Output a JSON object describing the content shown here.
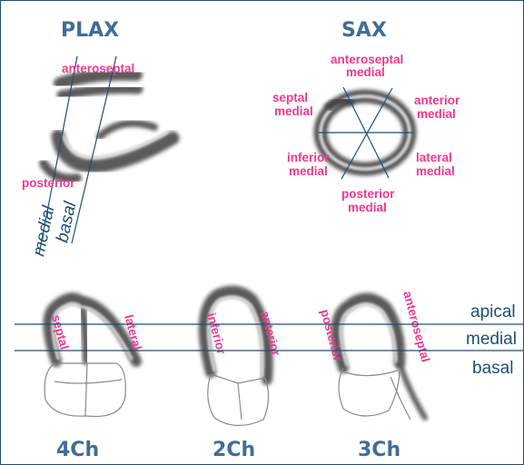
{
  "views": {
    "plax": {
      "title": "PLAX",
      "labels": {
        "top": "anteroseptal",
        "bottom": "posterior",
        "level_1": "medial",
        "level_2": "basal"
      }
    },
    "sax": {
      "title": "SAX",
      "labels": {
        "top_1": "anteroseptal",
        "top_2": "medial",
        "upper_left_1": "septal",
        "upper_left_2": "medial",
        "upper_right_1": "anterior",
        "upper_right_2": "medial",
        "lower_left_1": "inferior",
        "lower_left_2": "medial",
        "lower_right_1": "lateral",
        "lower_right_2": "medial",
        "bottom_1": "posterior",
        "bottom_2": "medial"
      }
    },
    "ch4": {
      "title": "4Ch",
      "left_wall": "septal",
      "right_wall": "lateral"
    },
    "ch2": {
      "title": "2Ch",
      "left_wall": "inferior",
      "right_wall": "anterior"
    },
    "ch3": {
      "title": "3Ch",
      "left_wall": "posterior",
      "right_wall": "anteroseptal"
    }
  },
  "levels": {
    "apical": "apical",
    "medial": "medial",
    "basal": "basal"
  },
  "colors": {
    "segment_label": "#ee3a8c",
    "line": "#1f4e79",
    "title": "#3f6e96"
  }
}
